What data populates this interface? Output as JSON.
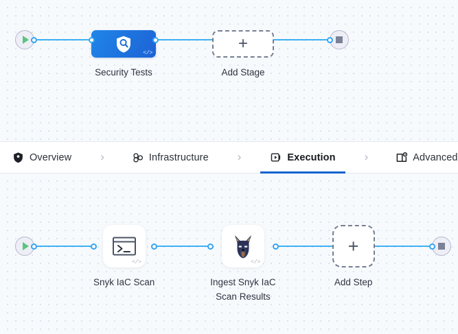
{
  "theme": {
    "canvas_bg": "#f7fafd",
    "grid_dot": "#d7dfe8",
    "link_blue": "#3cb0f3",
    "accent_blue": "#0b63ce",
    "stage_gradient_from": "#1f85e8",
    "stage_gradient_to": "#1e63d6",
    "play_green": "#5cc47c",
    "stop_gray": "#7b8196",
    "dashed_border": "#757e92"
  },
  "stage_canvas": {
    "name": "pipeline-stages-canvas",
    "start_node": {
      "icon": "play-icon"
    },
    "nodes": [
      {
        "label": "Security Tests",
        "icon": "shield-search-icon",
        "badge": "</>",
        "type": "stage"
      },
      {
        "label": "Add Stage",
        "icon": "plus-icon",
        "type": "add-stage"
      }
    ],
    "end_node": {
      "icon": "stop-icon"
    }
  },
  "tabs": {
    "items": [
      {
        "label": "Overview",
        "icon": "shield-icon",
        "active": false
      },
      {
        "label": "Infrastructure",
        "icon": "cluster-icon",
        "active": false
      },
      {
        "label": "Execution",
        "icon": "execution-play-icon",
        "active": true
      },
      {
        "label": "Advanced",
        "icon": "advanced-gear-icon",
        "active": false
      }
    ],
    "separator": "›"
  },
  "step_canvas": {
    "name": "pipeline-steps-canvas",
    "start_node": {
      "icon": "play-icon"
    },
    "nodes": [
      {
        "label": "Snyk IaC Scan",
        "icon": "terminal-icon",
        "badge": "</>",
        "type": "step"
      },
      {
        "label": "Ingest Snyk IaC\nScan Results",
        "icon": "snyk-doberman-icon",
        "badge": "</>",
        "type": "step"
      },
      {
        "label": "Add Step",
        "icon": "plus-icon",
        "type": "add-step"
      }
    ],
    "end_node": {
      "icon": "stop-icon"
    }
  }
}
